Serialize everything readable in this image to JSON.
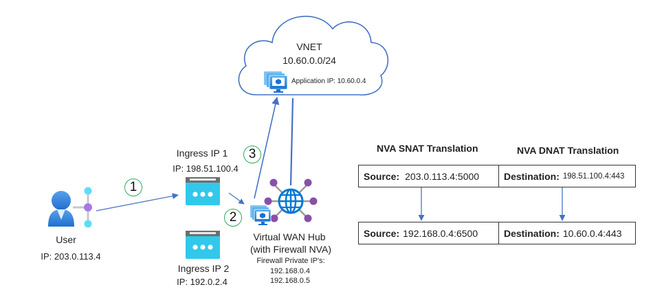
{
  "vnet": {
    "title": "VNET",
    "cidr": "10.60.0.0/24",
    "application_label": "Application IP: 10.60.0.4"
  },
  "user": {
    "label": "User",
    "ip": "IP: 203.0.113.4"
  },
  "ingress1": {
    "label": "Ingress IP 1",
    "ip": "IP: 198.51.100.4"
  },
  "ingress2": {
    "label": "Ingress IP 2",
    "ip": "IP: 192.0.2.4"
  },
  "hub": {
    "line1": "Virtual WAN Hub",
    "line2": "(with Firewall NVA)",
    "private_ips_label": "Firewall Private IP's:",
    "private_ip_1": "192.168.0.4",
    "private_ip_2": "192.168.0.5"
  },
  "steps": [
    "1",
    "2",
    "3"
  ],
  "nat": {
    "snat_header": "NVA SNAT Translation",
    "dnat_header": "NVA DNAT Translation",
    "before": {
      "source_key": "Source:",
      "source_value": "203.0.113.4:5000",
      "destination_key": "Destination:",
      "destination_value": "198.51.100.4:443"
    },
    "after": {
      "source_key": "Source:",
      "source_value": "192.168.0.4:6500",
      "destination_key": "Destination:",
      "destination_value": "10.60.0.4:443"
    }
  },
  "colors": {
    "arrow": "#4472c4",
    "step_circle": "#2eaa5c",
    "cloud_stroke": "#4472c4",
    "ingress_body": "#32c8eb",
    "ingress_bar": "#6e6e6e",
    "globe": "#0078d4",
    "node_purple": "#8a4fa8",
    "user_blue": "#2f7fd6"
  }
}
